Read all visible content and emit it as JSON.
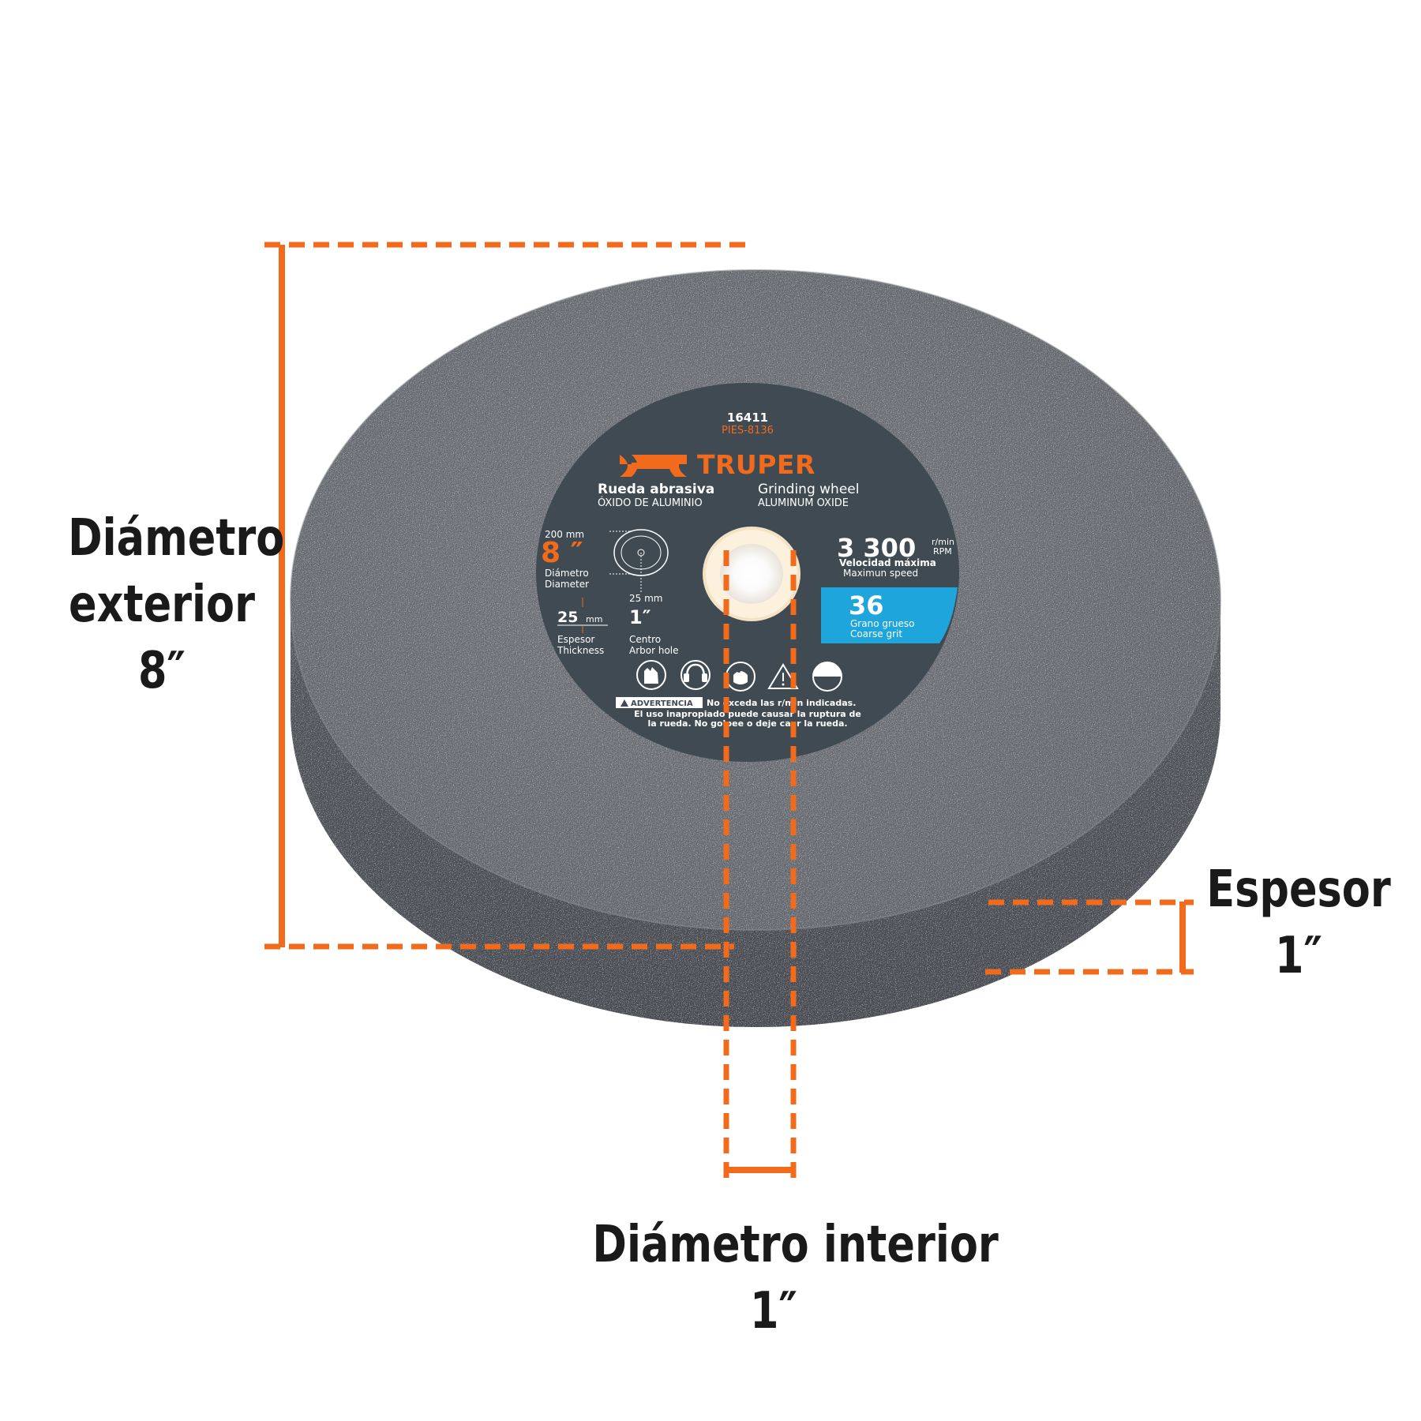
{
  "accent_color": "#f26a1b",
  "dimensions": {
    "outer_diameter": {
      "line1": "Diámetro",
      "line2": "exterior",
      "value": "8″"
    },
    "thickness": {
      "line1": "Espesor",
      "value": "1″"
    },
    "inner_diameter": {
      "line1": "Diámetro interior",
      "value": "1″"
    }
  },
  "label": {
    "model": "16411",
    "code": "PIES-8136",
    "brand": "TRUPER",
    "title_es": "Rueda abrasiva",
    "title_en": "Grinding wheel",
    "material_es": "ÓXIDO DE ALUMINIO",
    "material_en": "ALUMINUM OXIDE",
    "diameter_mm": "200 mm",
    "diameter_in": "8 ″",
    "diameter_es": "Diámetro",
    "diameter_en": "Diameter",
    "thickness_mm": "25",
    "thickness_mm_unit": "mm",
    "thickness_es": "Espesor",
    "thickness_en": "Thickness",
    "arbor_mm": "25 mm",
    "arbor_in": "1″",
    "arbor_es": "Centro",
    "arbor_en": "Arbor hole",
    "speed_value": "3 300",
    "speed_unit_top": "r/min",
    "speed_unit_bottom": "RPM",
    "speed_es": "Velocidad máxima",
    "speed_en": "Maximun speed",
    "grit_value": "36",
    "grit_es": "Grano grueso",
    "grit_en": "Coarse grit",
    "warning_badge": "ADVERTENCIA",
    "warning_line1": "No exceda las r/min indicadas.",
    "warning_line2": "El uso inapropiado puede causar la ruptura de",
    "warning_line3": "la rueda. No golpee o deje caer la rueda."
  },
  "icons": [
    "gloves-icon",
    "ear-protection-icon",
    "face-mask-icon",
    "hazard-warning-icon",
    "wheel-guard-icon"
  ]
}
